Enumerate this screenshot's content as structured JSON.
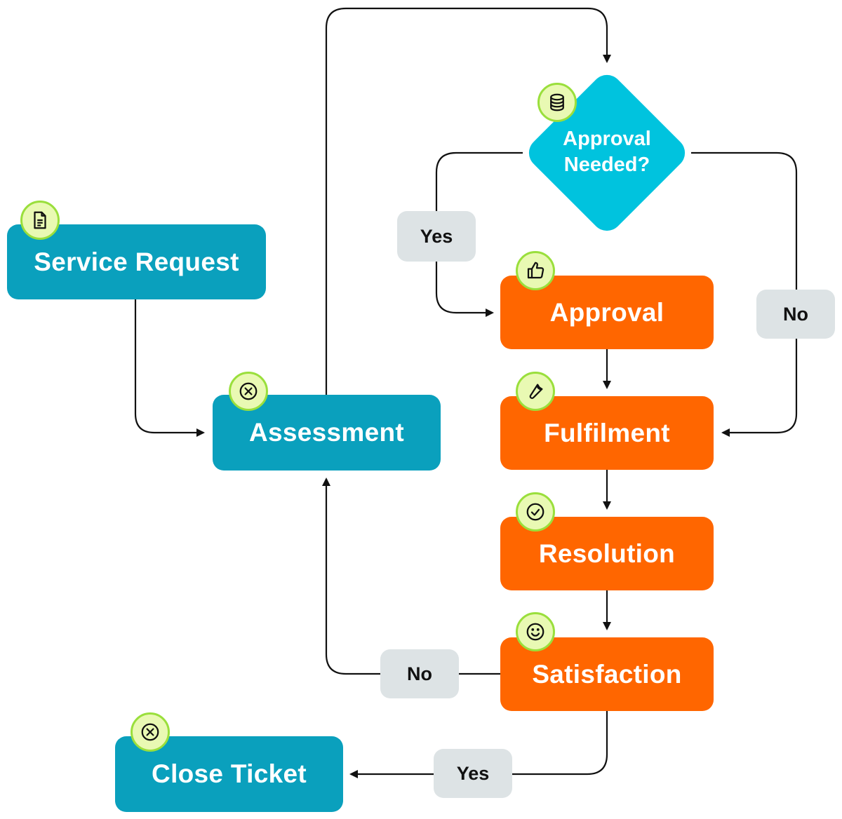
{
  "nodes": {
    "service_request": "Service Request",
    "assessment": "Assessment",
    "approval_needed_line1": "Approval",
    "approval_needed_line2": "Needed?",
    "approval": "Approval",
    "fulfilment": "Fulfilment",
    "resolution": "Resolution",
    "satisfaction": "Satisfaction",
    "close_ticket": "Close Ticket"
  },
  "labels": {
    "yes_approval": "Yes",
    "no_approval": "No",
    "no_satisfaction": "No",
    "yes_satisfaction": "Yes"
  },
  "icons": {
    "service_request": "document-icon",
    "assessment": "close-circle-icon",
    "approval_needed": "database-icon",
    "approval": "thumbs-up-icon",
    "fulfilment": "wrench-icon",
    "resolution": "check-circle-icon",
    "satisfaction": "smiley-icon",
    "close_ticket": "close-circle-icon"
  },
  "colors": {
    "teal": "#0aa0bd",
    "diamond": "#00c3de",
    "orange": "#ff6600",
    "badge_fill": "#e9f9b3",
    "badge_border": "#9adf3c",
    "pill": "#dde3e5",
    "connector": "#111111"
  }
}
